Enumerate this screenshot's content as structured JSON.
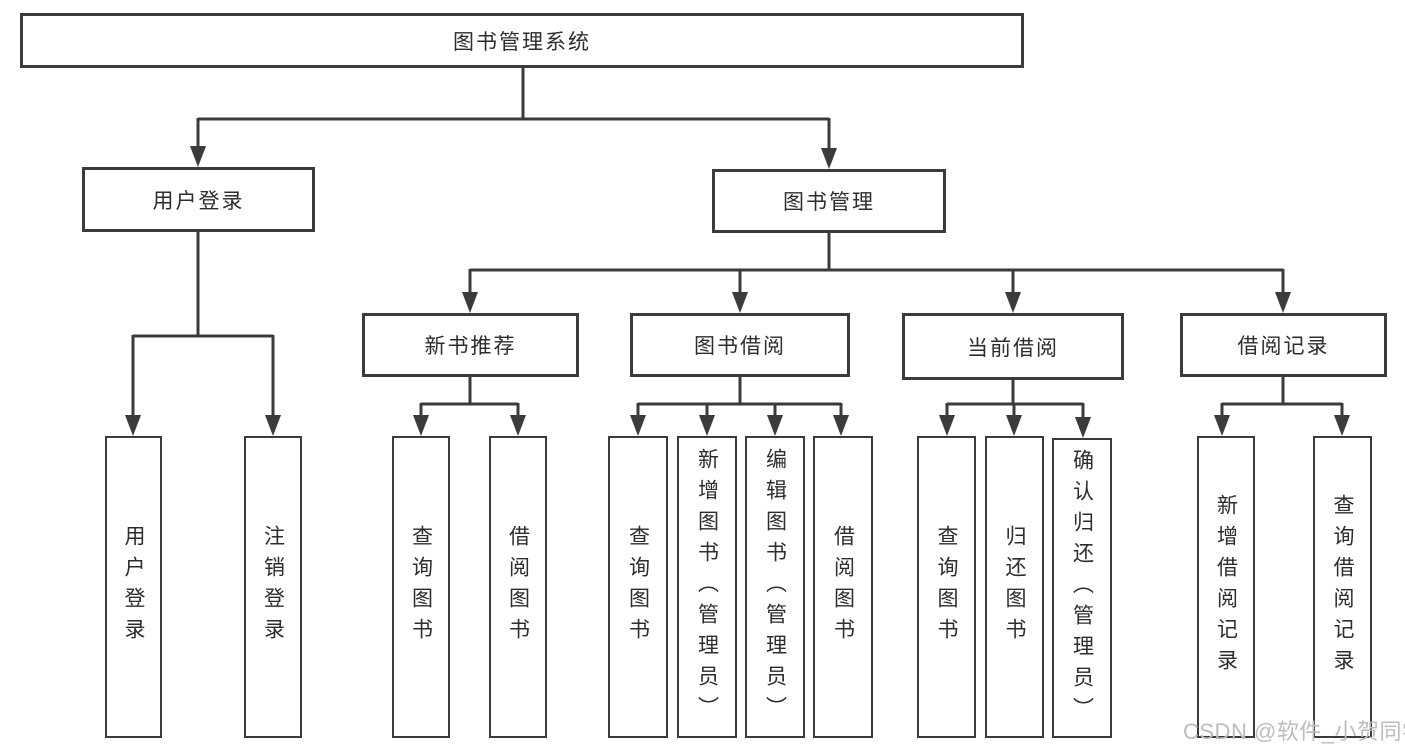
{
  "diagram": {
    "type": "tree-structure-diagram",
    "root": {
      "label": "图书管理系统"
    },
    "branches": [
      {
        "label": "用户登录",
        "children": [
          "用户登录",
          "注销登录"
        ]
      },
      {
        "label": "图书管理",
        "sections": [
          {
            "label": "新书推荐",
            "children": [
              "查询图书",
              "借阅图书"
            ]
          },
          {
            "label": "图书借阅",
            "children": [
              "查询图书",
              "新增图书（管理员）",
              "编辑图书（管理员）",
              "借阅图书"
            ]
          },
          {
            "label": "当前借阅",
            "children": [
              "查询图书",
              "归还图书",
              "确认归还（管理员）"
            ]
          },
          {
            "label": "借阅记录",
            "children": [
              "新增借阅记录",
              "查询借阅记录"
            ]
          }
        ]
      }
    ],
    "colors": {
      "stroke": "#3b3b3b",
      "text": "#2d2d2d",
      "watermark_text": "#bcbcbc",
      "background": "#ffffff"
    },
    "watermark": "CSDN @软件_小贺同学"
  }
}
